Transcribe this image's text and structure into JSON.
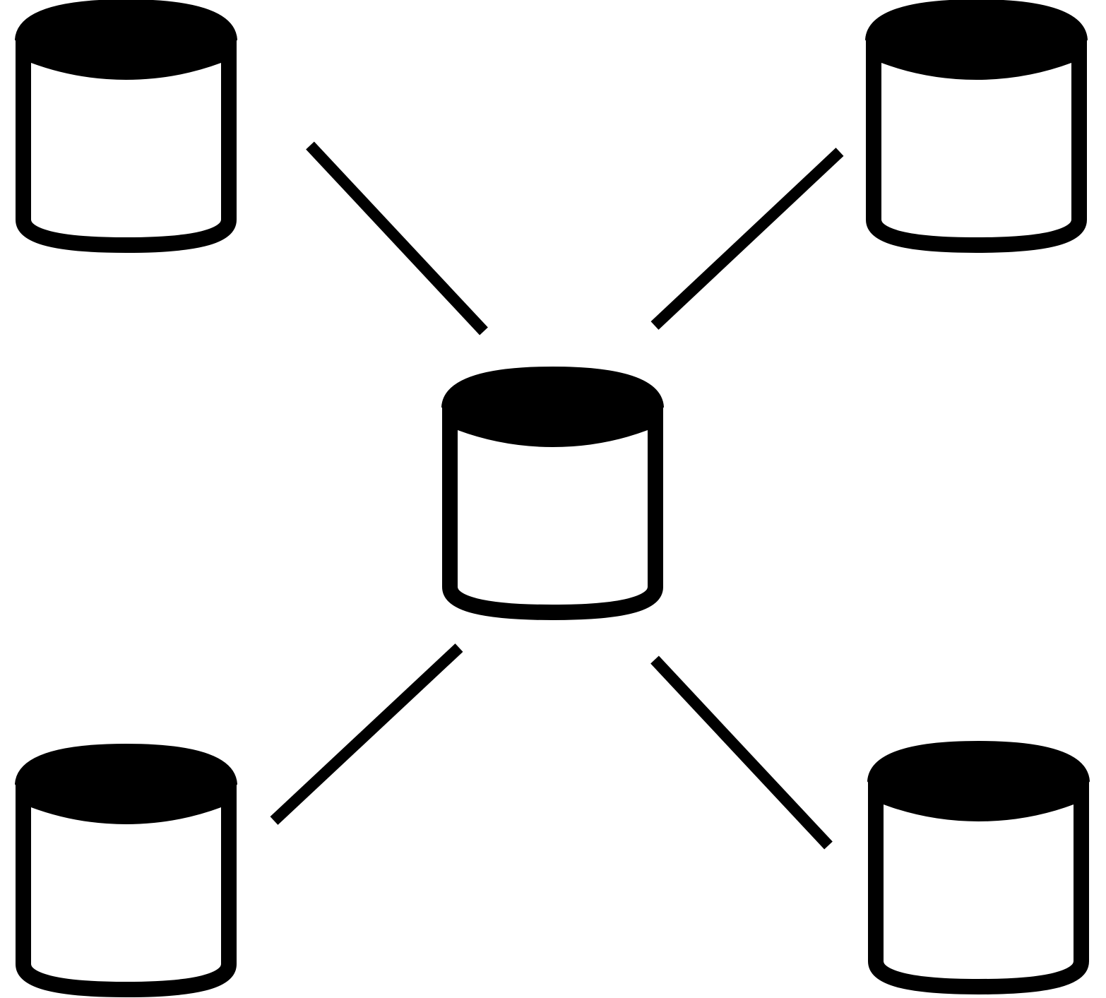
{
  "diagram": {
    "type": "hub-and-spoke",
    "colors": {
      "stroke": "#000000",
      "fill": "#ffffff",
      "cap": "#000000",
      "background": "#ffffff"
    },
    "nodes": [
      {
        "id": "center",
        "icon": "database-icon",
        "position": "center"
      },
      {
        "id": "top-left",
        "icon": "database-icon",
        "position": "top-left"
      },
      {
        "id": "top-right",
        "icon": "database-icon",
        "position": "top-right"
      },
      {
        "id": "bottom-left",
        "icon": "database-icon",
        "position": "bottom-left"
      },
      {
        "id": "bottom-right",
        "icon": "database-icon",
        "position": "bottom-right"
      }
    ],
    "edges": [
      {
        "from": "center",
        "to": "top-left"
      },
      {
        "from": "center",
        "to": "top-right"
      },
      {
        "from": "center",
        "to": "bottom-left"
      },
      {
        "from": "center",
        "to": "bottom-right"
      }
    ]
  }
}
